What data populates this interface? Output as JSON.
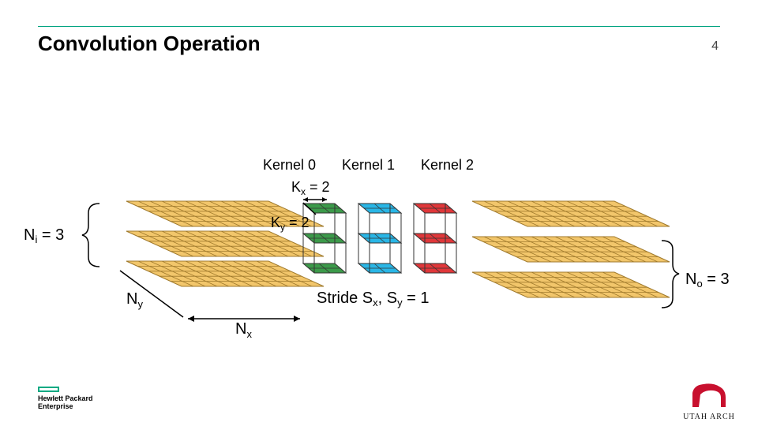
{
  "slide": {
    "title": "Convolution Operation",
    "page_number": "4"
  },
  "diagram": {
    "kernel_labels": [
      "Kernel 0",
      "Kernel 1",
      "Kernel 2"
    ],
    "kernel_colors": [
      "#3c9a4a",
      "#29b6e6",
      "#e0373a"
    ],
    "input_color": "#f2c66b",
    "grid_line_color": "#a07a2c",
    "kx_label": {
      "main": "K",
      "sub": "x",
      "suffix": " = 2"
    },
    "ky_label": {
      "main": "K",
      "sub": "y",
      "suffix": " = 2"
    },
    "ni_label": {
      "main": "N",
      "sub": "i",
      "suffix": " = 3"
    },
    "no_label": {
      "main": "N",
      "sub": "o",
      "suffix": " = 3"
    },
    "ny_label": {
      "main": "N",
      "sub": "y"
    },
    "nx_label": {
      "main": "N",
      "sub": "x"
    },
    "stride_label": {
      "a": "Stride S",
      "sub1": "x",
      "b": ", S",
      "sub2": "y",
      "c": " = 1"
    }
  },
  "logos": {
    "hpe_line1": "Hewlett Packard",
    "hpe_line2": "Enterprise",
    "utah": "UTAH ARCH"
  }
}
